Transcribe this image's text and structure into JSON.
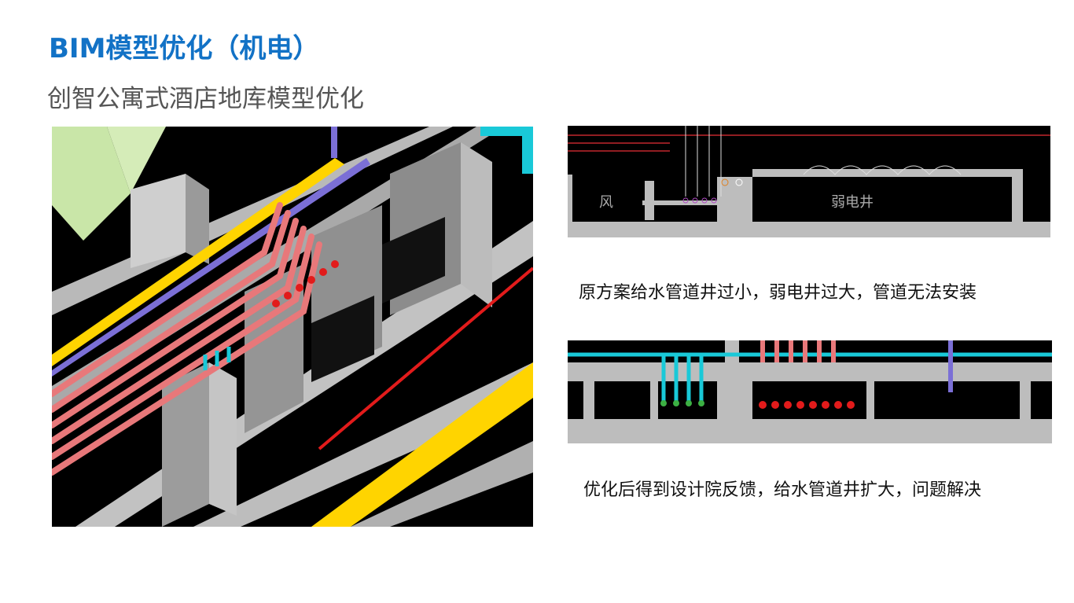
{
  "slide": {
    "title": "BIM模型优化（机电）",
    "subtitle": "创智公寓式酒店地库模型优化"
  },
  "figures": {
    "left": {
      "icon": "bim-3d-model-view"
    },
    "top": {
      "icon": "cad-plan-before",
      "label_left": "风",
      "label_right": "弱电井"
    },
    "bottom": {
      "icon": "cad-plan-after"
    }
  },
  "captions": {
    "before": "原方案给水管道井过小，弱电井过大，管道无法安装",
    "after": "优化后得到设计院反馈，给水管道井扩大，问题解决"
  },
  "colors": {
    "title": "#1272c6",
    "subtitle": "#555555",
    "pipe_water": "#e8787a",
    "pipe_yellow": "#ffd400",
    "pipe_cyan": "#19c9d8",
    "pipe_purple": "#7b6fd6",
    "wall": "#bdbdbd"
  }
}
